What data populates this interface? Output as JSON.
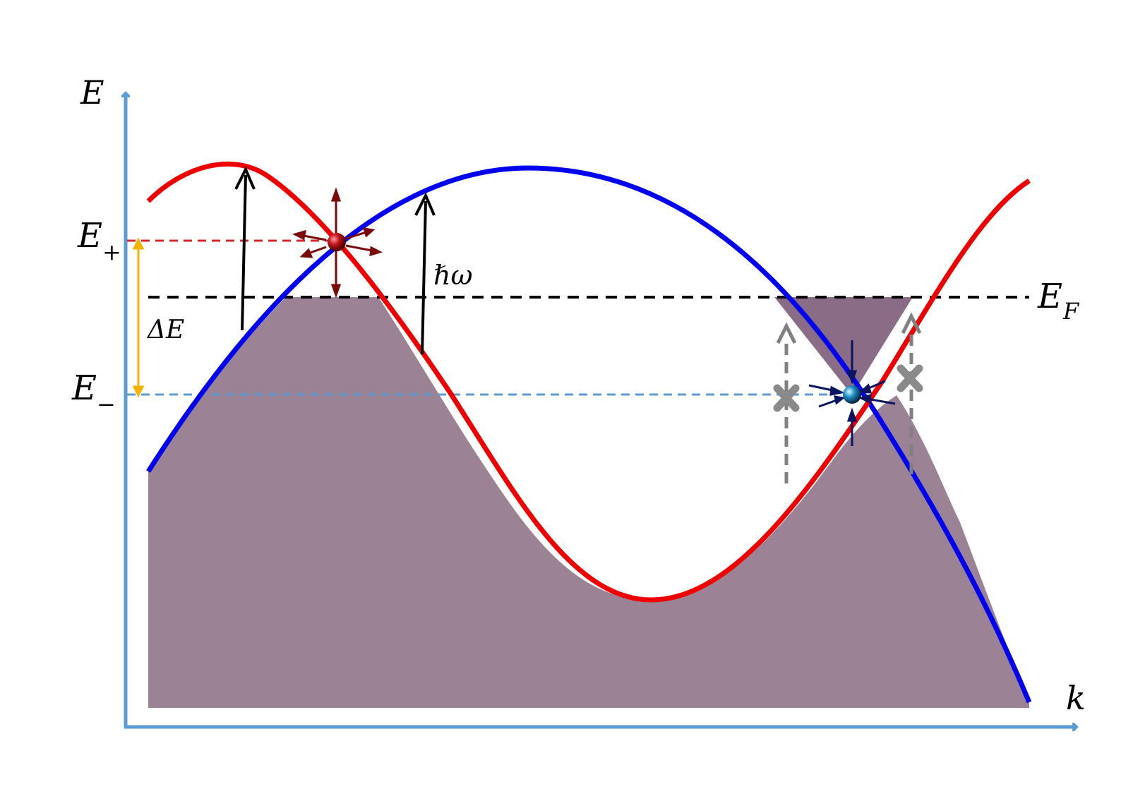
{
  "axes": {
    "y_label": "E",
    "x_label": "k"
  },
  "levels": {
    "e_plus": {
      "label": "E",
      "subscript": "+"
    },
    "e_minus": {
      "label": "E",
      "subscript": "−"
    },
    "fermi": {
      "label": "E",
      "subscript": "F"
    }
  },
  "annotations": {
    "delta_e": "ΔE",
    "photon": "ℏω"
  },
  "colors": {
    "red_band": "#ee0000",
    "blue_band": "#0000ee",
    "filled_states": "#9b8294",
    "filled_pocket": "#8a6c86",
    "axis": "#5b9bd5",
    "e_plus_line": "#d9272e",
    "e_minus_line": "#5b9bd5",
    "delta_e_arrow": "#f2b400",
    "blocked_transition": "#808080"
  },
  "icons": {
    "source_point": "red-sphere-with-outward-arrows",
    "sink_point": "blue-sphere-with-inward-arrows",
    "blocked_marks": "gray-x-icon"
  }
}
